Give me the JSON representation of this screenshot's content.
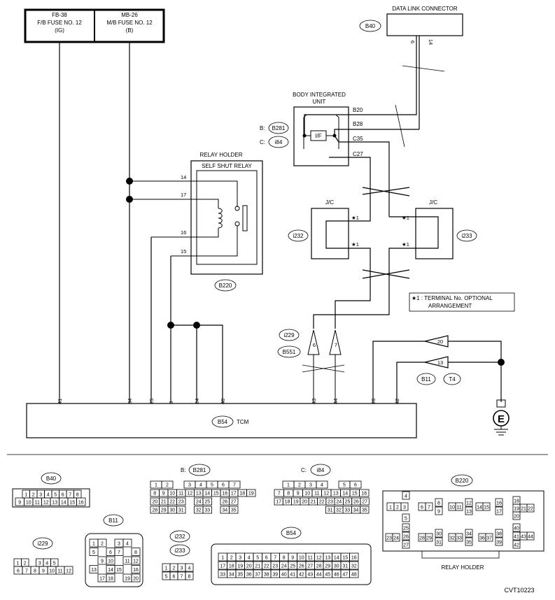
{
  "fuses": {
    "fb": {
      "code": "FB-38",
      "name": "F/B FUSE NO. 12",
      "supply": "(IG)"
    },
    "mb": {
      "code": "MB-26",
      "name": "M/B FUSE NO. 12",
      "supply": "(B)"
    }
  },
  "dlc": {
    "title": "DATA LINK CONNECTOR",
    "connector": "B40",
    "pins": [
      "6",
      "14"
    ]
  },
  "biu": {
    "title_line1": "BODY INTEGRATED",
    "title_line2": "UNIT",
    "conn_b_prefix": "B:",
    "conn_b": "B281",
    "conn_c_prefix": "C:",
    "conn_c": "i84",
    "if_label": "I/F",
    "terminals": [
      "B20",
      "B28",
      "C35",
      "C27"
    ]
  },
  "relay": {
    "holder_label": "RELAY HOLDER",
    "relay_label": "SELF SHUT RELAY",
    "connector": "B220",
    "pins": [
      "14",
      "17",
      "16",
      "15"
    ]
  },
  "jc": [
    {
      "label": "J/C",
      "connector": "i232",
      "pin_top": "★1",
      "pin_bottom": "★1"
    },
    {
      "label": "J/C",
      "connector": "i233",
      "pin_top": "★1",
      "pin_bottom": "★1"
    }
  ],
  "note": {
    "line1": "★1  : TERMINAL No. OPTIONAL",
    "line2": "ARRANGEMENT"
  },
  "tcm": {
    "connector": "B54",
    "name": "TCM",
    "pins": [
      "41",
      "34",
      "25",
      "8",
      "24",
      "40",
      "43",
      "44",
      "26",
      "42"
    ]
  },
  "joint_connectors": {
    "left": [
      "i229",
      "B551"
    ],
    "left_pins": [
      "6",
      "7"
    ],
    "right": [
      "B11",
      "T4"
    ],
    "right_pins": [
      "20",
      "13"
    ]
  },
  "ground_label": "E",
  "connector_views": {
    "b40": {
      "label": "B40",
      "row1": [
        "1",
        "2",
        "3",
        "4",
        "5",
        "6",
        "7",
        "8"
      ],
      "row2": [
        "9",
        "10",
        "11",
        "12",
        "13",
        "14",
        "15",
        "16"
      ]
    },
    "b281": {
      "prefix": "B:",
      "label": "B281",
      "row1": [
        "1",
        "2",
        "",
        "3",
        "4",
        "5",
        "6",
        "7"
      ],
      "row2": [
        "8",
        "9",
        "10",
        "11",
        "12",
        "13",
        "14",
        "15",
        "16",
        "17",
        "18",
        "19"
      ],
      "row3": [
        "20",
        "21",
        "22",
        "23",
        "",
        "24",
        "25",
        "",
        "26",
        "27"
      ],
      "row4": [
        "28",
        "29",
        "30",
        "31",
        "",
        "32",
        "33",
        "",
        "34",
        "35"
      ]
    },
    "i84": {
      "prefix": "C:",
      "label": "i84",
      "row1": [
        "1",
        "2",
        "3",
        "4",
        "",
        "5",
        "6"
      ],
      "row2": [
        "7",
        "8",
        "9",
        "10",
        "11",
        "12",
        "13",
        "14",
        "15",
        "16"
      ],
      "row3": [
        "17",
        "18",
        "19",
        "20",
        "21",
        "22",
        "23",
        "24",
        "25",
        "26",
        "27"
      ],
      "row4": [
        "",
        "",
        "",
        "",
        "",
        "31",
        "32",
        "33",
        "34",
        "35"
      ]
    },
    "b220": {
      "label": "B220",
      "footer": "RELAY HOLDER",
      "cells": [
        "1",
        "2",
        "3",
        "4",
        "5",
        "6",
        "7",
        "8",
        "9",
        "10",
        "11",
        "12",
        "13",
        "14",
        "15",
        "16",
        "17",
        "18",
        "19",
        "20",
        "21",
        "22",
        "23",
        "24",
        "25",
        "26",
        "27",
        "28",
        "29",
        "30",
        "31",
        "32",
        "33",
        "34",
        "35",
        "36",
        "37",
        "38",
        "39",
        "40",
        "41",
        "42",
        "43",
        "44"
      ]
    },
    "i229": {
      "label": "i229",
      "row1": [
        "1",
        "2",
        "",
        "3",
        "4",
        "5"
      ],
      "row2": [
        "6",
        "7",
        "8",
        "9",
        "10",
        "11",
        "12"
      ]
    },
    "b11": {
      "label": "B11",
      "rows": [
        [
          "1",
          "2",
          "",
          "3",
          "4"
        ],
        [
          "5",
          "",
          "6",
          "7",
          "",
          "8"
        ],
        [
          "",
          "9",
          "10",
          "",
          "11",
          "12"
        ],
        [
          "13",
          "",
          "14",
          "15",
          "",
          "16"
        ],
        [
          "",
          "17",
          "18",
          "",
          "19",
          "20"
        ]
      ]
    },
    "i232_i233": {
      "label1": "i232",
      "label2": "i233",
      "row1": [
        "1",
        "2",
        "3",
        "4"
      ],
      "row2": [
        "5",
        "6",
        "7",
        "8"
      ]
    },
    "b54": {
      "label": "B54",
      "row1": [
        "1",
        "2",
        "3",
        "4",
        "5",
        "6",
        "7",
        "8",
        "9",
        "10",
        "11",
        "12",
        "13",
        "14",
        "15",
        "16"
      ],
      "row2": [
        "17",
        "18",
        "19",
        "20",
        "21",
        "22",
        "23",
        "24",
        "25",
        "26",
        "27",
        "28",
        "29",
        "30",
        "31",
        "32"
      ],
      "row3": [
        "33",
        "34",
        "35",
        "36",
        "37",
        "38",
        "39",
        "40",
        "41",
        "42",
        "43",
        "44",
        "45",
        "46",
        "47",
        "48"
      ]
    }
  },
  "figure_id": "CVT10223"
}
